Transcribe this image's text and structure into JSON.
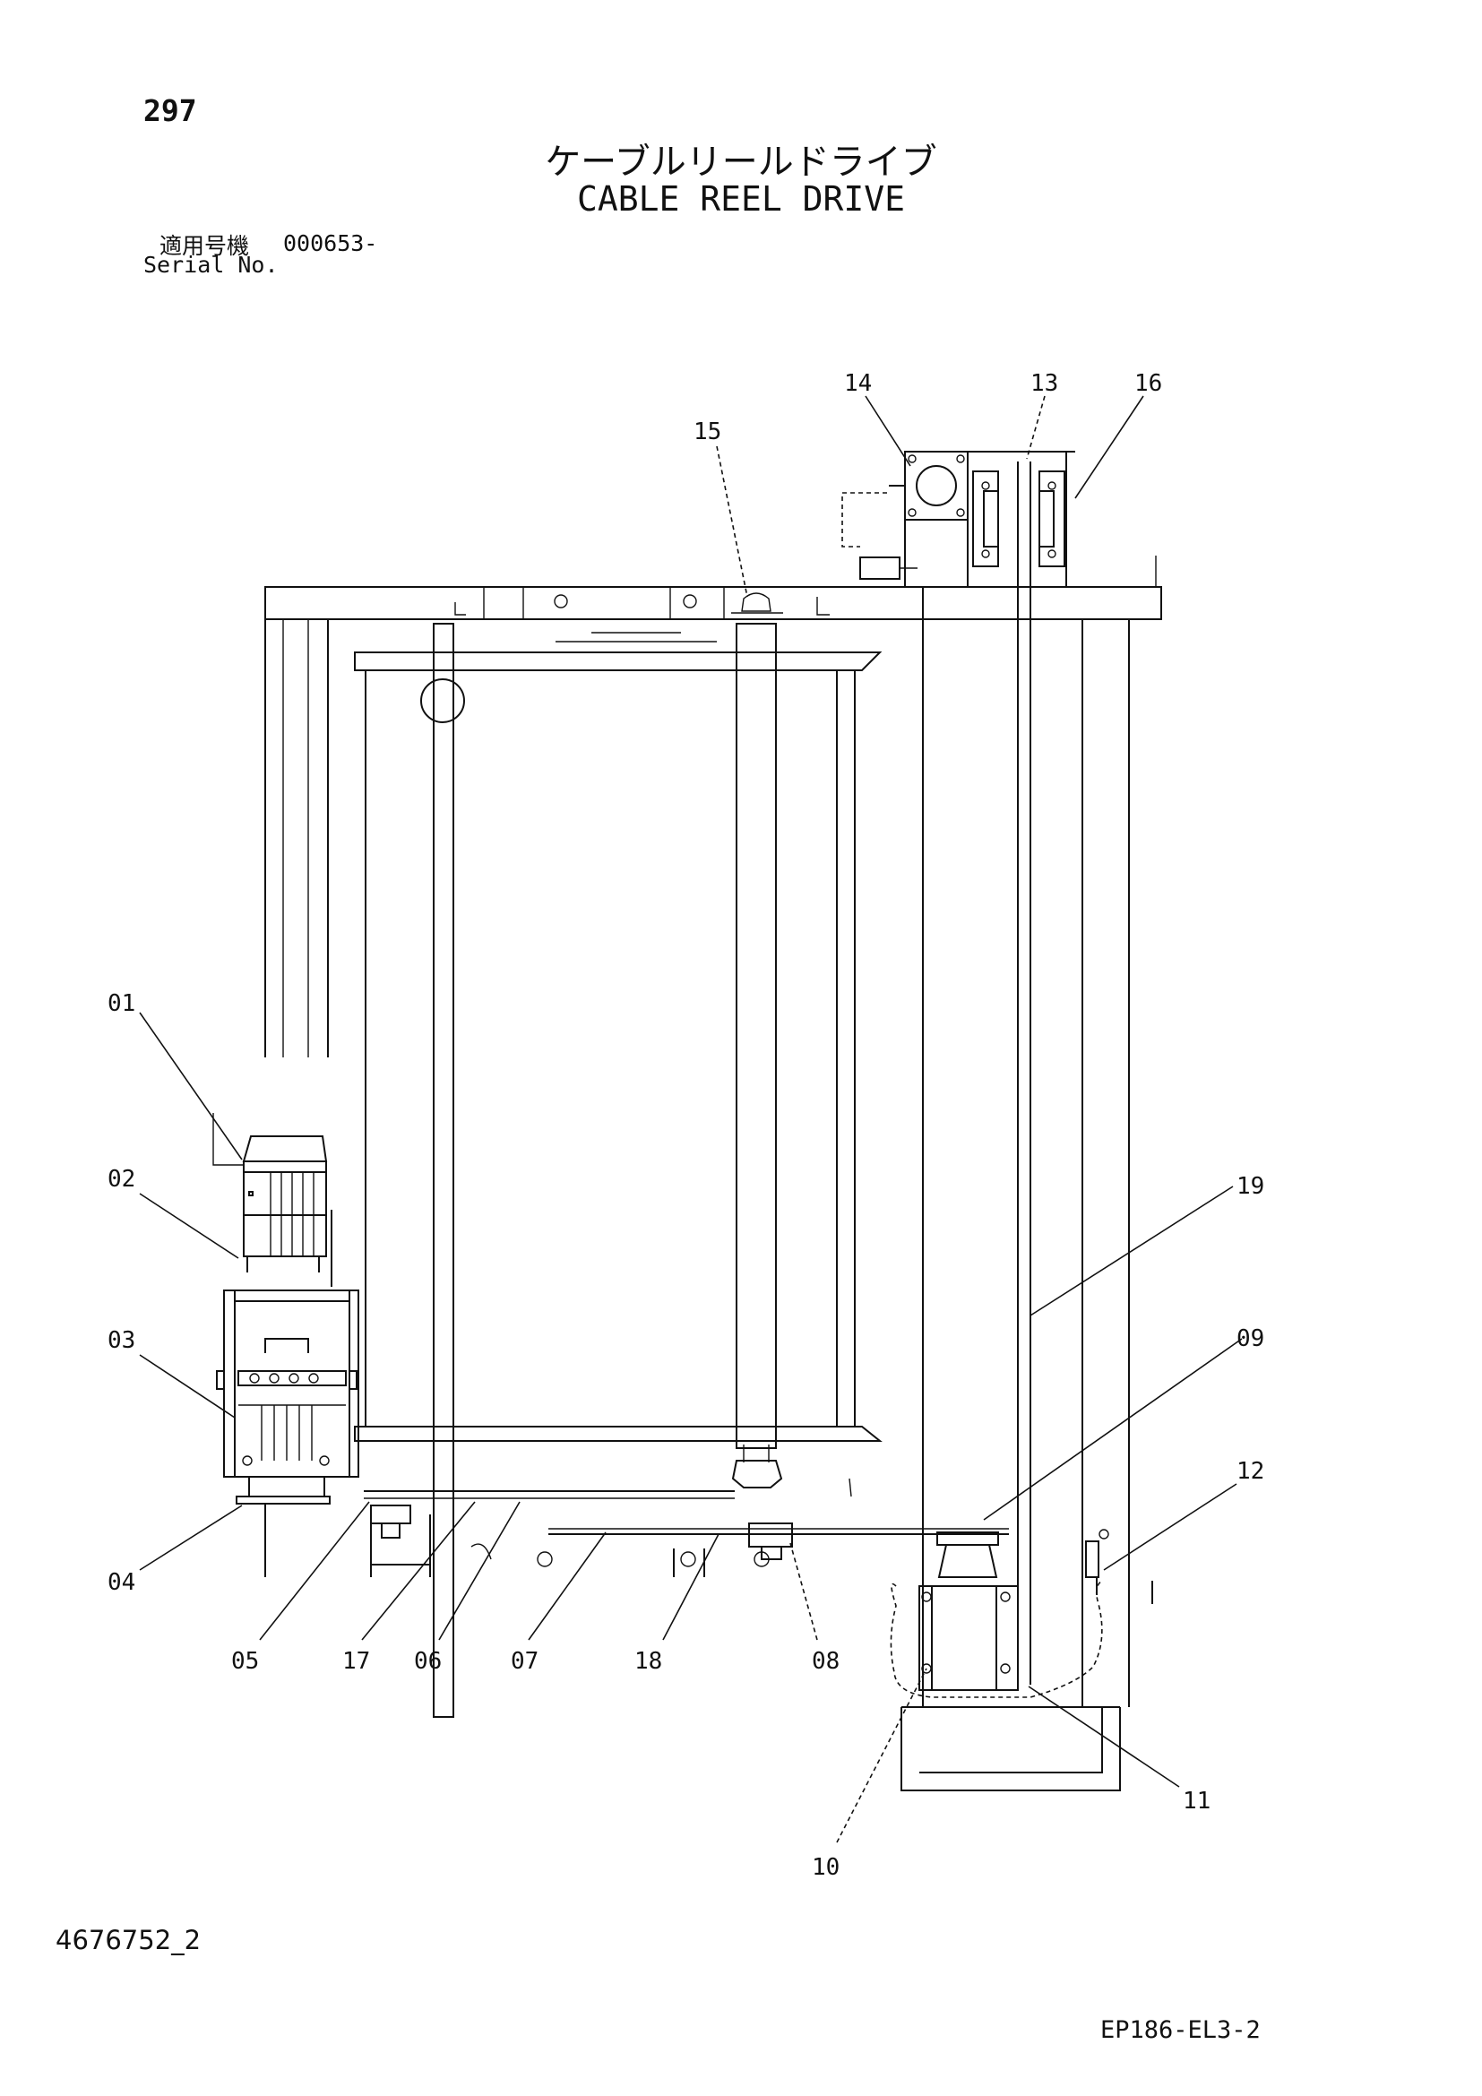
{
  "header": {
    "page_number": "297",
    "title_jp": "ケーブルリールドライブ",
    "title_en": "CABLE REEL DRIVE",
    "serial_label_jp": "適用号機",
    "serial_value": "000653-",
    "serial_label_en": "Serial No."
  },
  "callouts": {
    "c01": "01",
    "c02": "02",
    "c03": "03",
    "c04": "04",
    "c05": "05",
    "c06": "06",
    "c07": "07",
    "c08": "08",
    "c09": "09",
    "c10": "10",
    "c11": "11",
    "c12": "12",
    "c13": "13",
    "c14": "14",
    "c15": "15",
    "c16": "16",
    "c17": "17",
    "c18": "18",
    "c19": "19"
  },
  "footer": {
    "document_id": "4676752_2",
    "drawing_code": "EP186-EL3-2"
  }
}
